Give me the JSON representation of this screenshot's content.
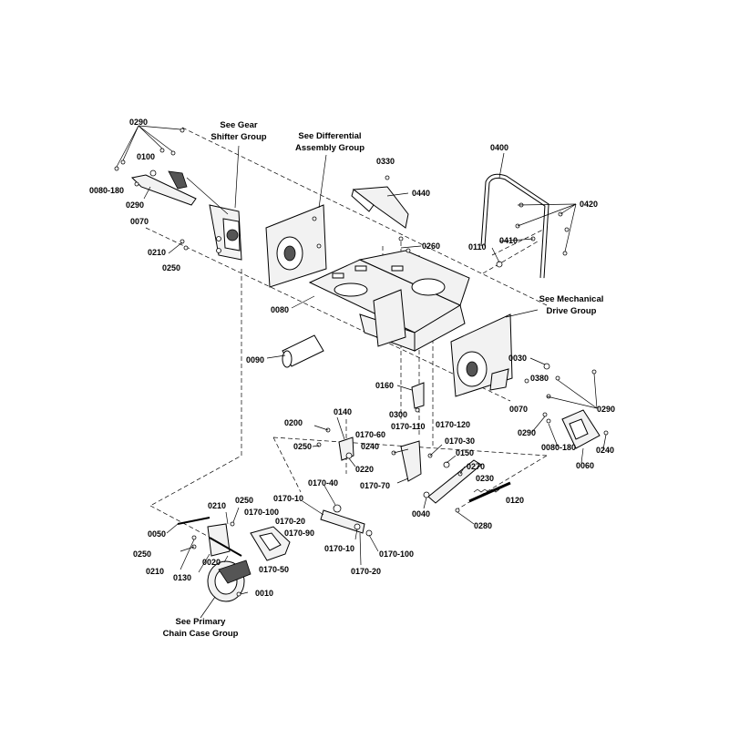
{
  "notes": {
    "gear_shifter": [
      "See Gear",
      "Shifter Group"
    ],
    "differential": [
      "See Differential",
      "Assembly Group"
    ],
    "mechanical_drive": [
      "See Mechanical",
      "Drive Group"
    ],
    "primary_chain": [
      "See Primary",
      "Chain Case Group"
    ]
  },
  "labels": [
    "0290",
    "0100",
    "0080-180",
    "0290",
    "0070",
    "0210",
    "0250",
    "0330",
    "0440",
    "0400",
    "0420",
    "0410",
    "0110",
    "0260",
    "0080",
    "0090",
    "0030",
    "0380",
    "0070",
    "0290",
    "0290",
    "0080-180",
    "0240",
    "0060",
    "0160",
    "0300",
    "0140",
    "0200",
    "0250",
    "0170-60",
    "0170-110",
    "0170-120",
    "0240",
    "0220",
    "0170-30",
    "0150",
    "0170-70",
    "0270",
    "0230",
    "0040",
    "0120",
    "0280",
    "0170-40",
    "0050",
    "0210",
    "0250",
    "0170-10",
    "0170-100",
    "0170-20",
    "0170-90",
    "0250",
    "0210",
    "0130",
    "0020",
    "0170-50",
    "0170-10",
    "0170-100",
    "0170-20",
    "0010"
  ]
}
